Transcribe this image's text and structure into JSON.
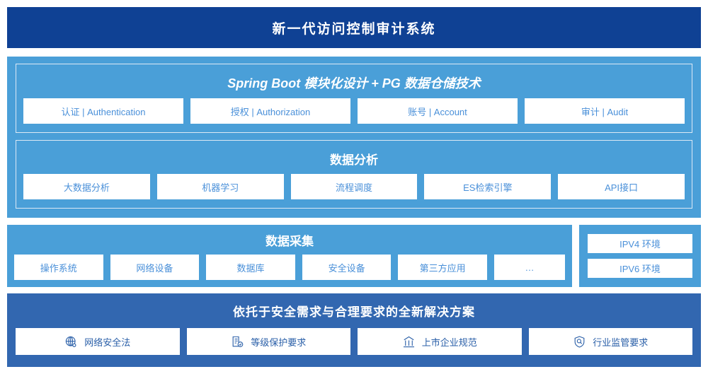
{
  "header": {
    "title": "新一代访问控制审计系统"
  },
  "platform": {
    "spring": {
      "title": "Spring Boot 模块化设计 + PG 数据仓储技术",
      "cards": [
        {
          "label": "认证 | Authentication"
        },
        {
          "label": "授权 | Authorization"
        },
        {
          "label": "账号 | Account"
        },
        {
          "label": "审计 | Audit"
        }
      ]
    },
    "analysis": {
      "title": "数据分析",
      "cards": [
        {
          "label": "大数据分析"
        },
        {
          "label": "机器学习"
        },
        {
          "label": "流程调度"
        },
        {
          "label": "ES检索引擎"
        },
        {
          "label": "API接口"
        }
      ]
    }
  },
  "collection": {
    "title": "数据采集",
    "cards": [
      {
        "label": "操作系统"
      },
      {
        "label": "网络设备"
      },
      {
        "label": "数据库"
      },
      {
        "label": "安全设备"
      },
      {
        "label": "第三方应用"
      },
      {
        "label": "…"
      }
    ]
  },
  "environment": {
    "items": [
      {
        "label": "IPV4 环境"
      },
      {
        "label": "IPV6 环境"
      }
    ]
  },
  "solution": {
    "title": "依托于安全需求与合理要求的全新解决方案",
    "cards": [
      {
        "label": "网络安全法",
        "icon": "globe-network-icon"
      },
      {
        "label": "等级保护要求",
        "icon": "document-check-icon"
      },
      {
        "label": "上市企业规范",
        "icon": "bank-building-icon"
      },
      {
        "label": "行业监管要求",
        "icon": "shield-search-icon"
      }
    ]
  },
  "colors": {
    "header_navy": "#0f4194",
    "panel_light_blue": "#4a9fd8",
    "solution_blue": "#3267b0",
    "card_text_blue": "#4a90d9",
    "solution_text_blue": "#2a5fa8",
    "card_white": "#ffffff"
  }
}
